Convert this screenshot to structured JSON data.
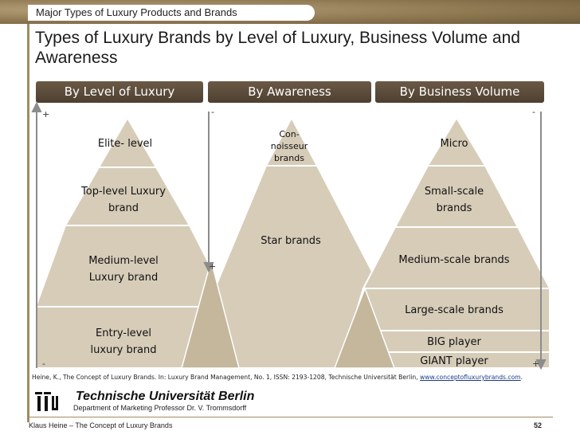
{
  "topbar": {
    "label": "Major Types of Luxury Products and Brands"
  },
  "title": "Types of Luxury Brands by Level of Luxury, Business Volume and Awareness",
  "headers": {
    "luxury": "By Level of Luxury",
    "awareness": "By Awareness",
    "volume": "By Business Volume"
  },
  "luxury_levels": {
    "elite": "Elite- level",
    "top": "Top-level Luxury brand",
    "medium": "Medium-level Luxury brand",
    "entry": "Entry-level luxury brand"
  },
  "awareness_levels": {
    "connoisseur": "Con- noisseur brands",
    "star": "Star brands"
  },
  "volume_levels": {
    "micro": "Micro",
    "small": "Small-scale brands",
    "medium": "Medium-scale brands",
    "large": "Large-scale brands",
    "big": "BIG player",
    "giant": "GIANT player"
  },
  "signs": {
    "plus": "+",
    "minus": "-"
  },
  "source": {
    "text": "Heine, K., The Concept of Luxury Brands. In: Luxury Brand Management, No. 1, ISSN: 2193-1208, Technische Universität Berlin, ",
    "link": "www.conceptofluxurybrands.com",
    "end": "."
  },
  "institution": {
    "name": "Technische Universität Berlin",
    "department": "Department of Marketing Professor Dr. V. Trommsdorff"
  },
  "footer": {
    "left": "Klaus Heine – The Concept of Luxury Brands",
    "page": "52"
  },
  "colors": {
    "fill": "#d6ccb8",
    "fill_dark": "#c9bda4",
    "header": "#5a4a3a",
    "frame": "#a08b63"
  }
}
